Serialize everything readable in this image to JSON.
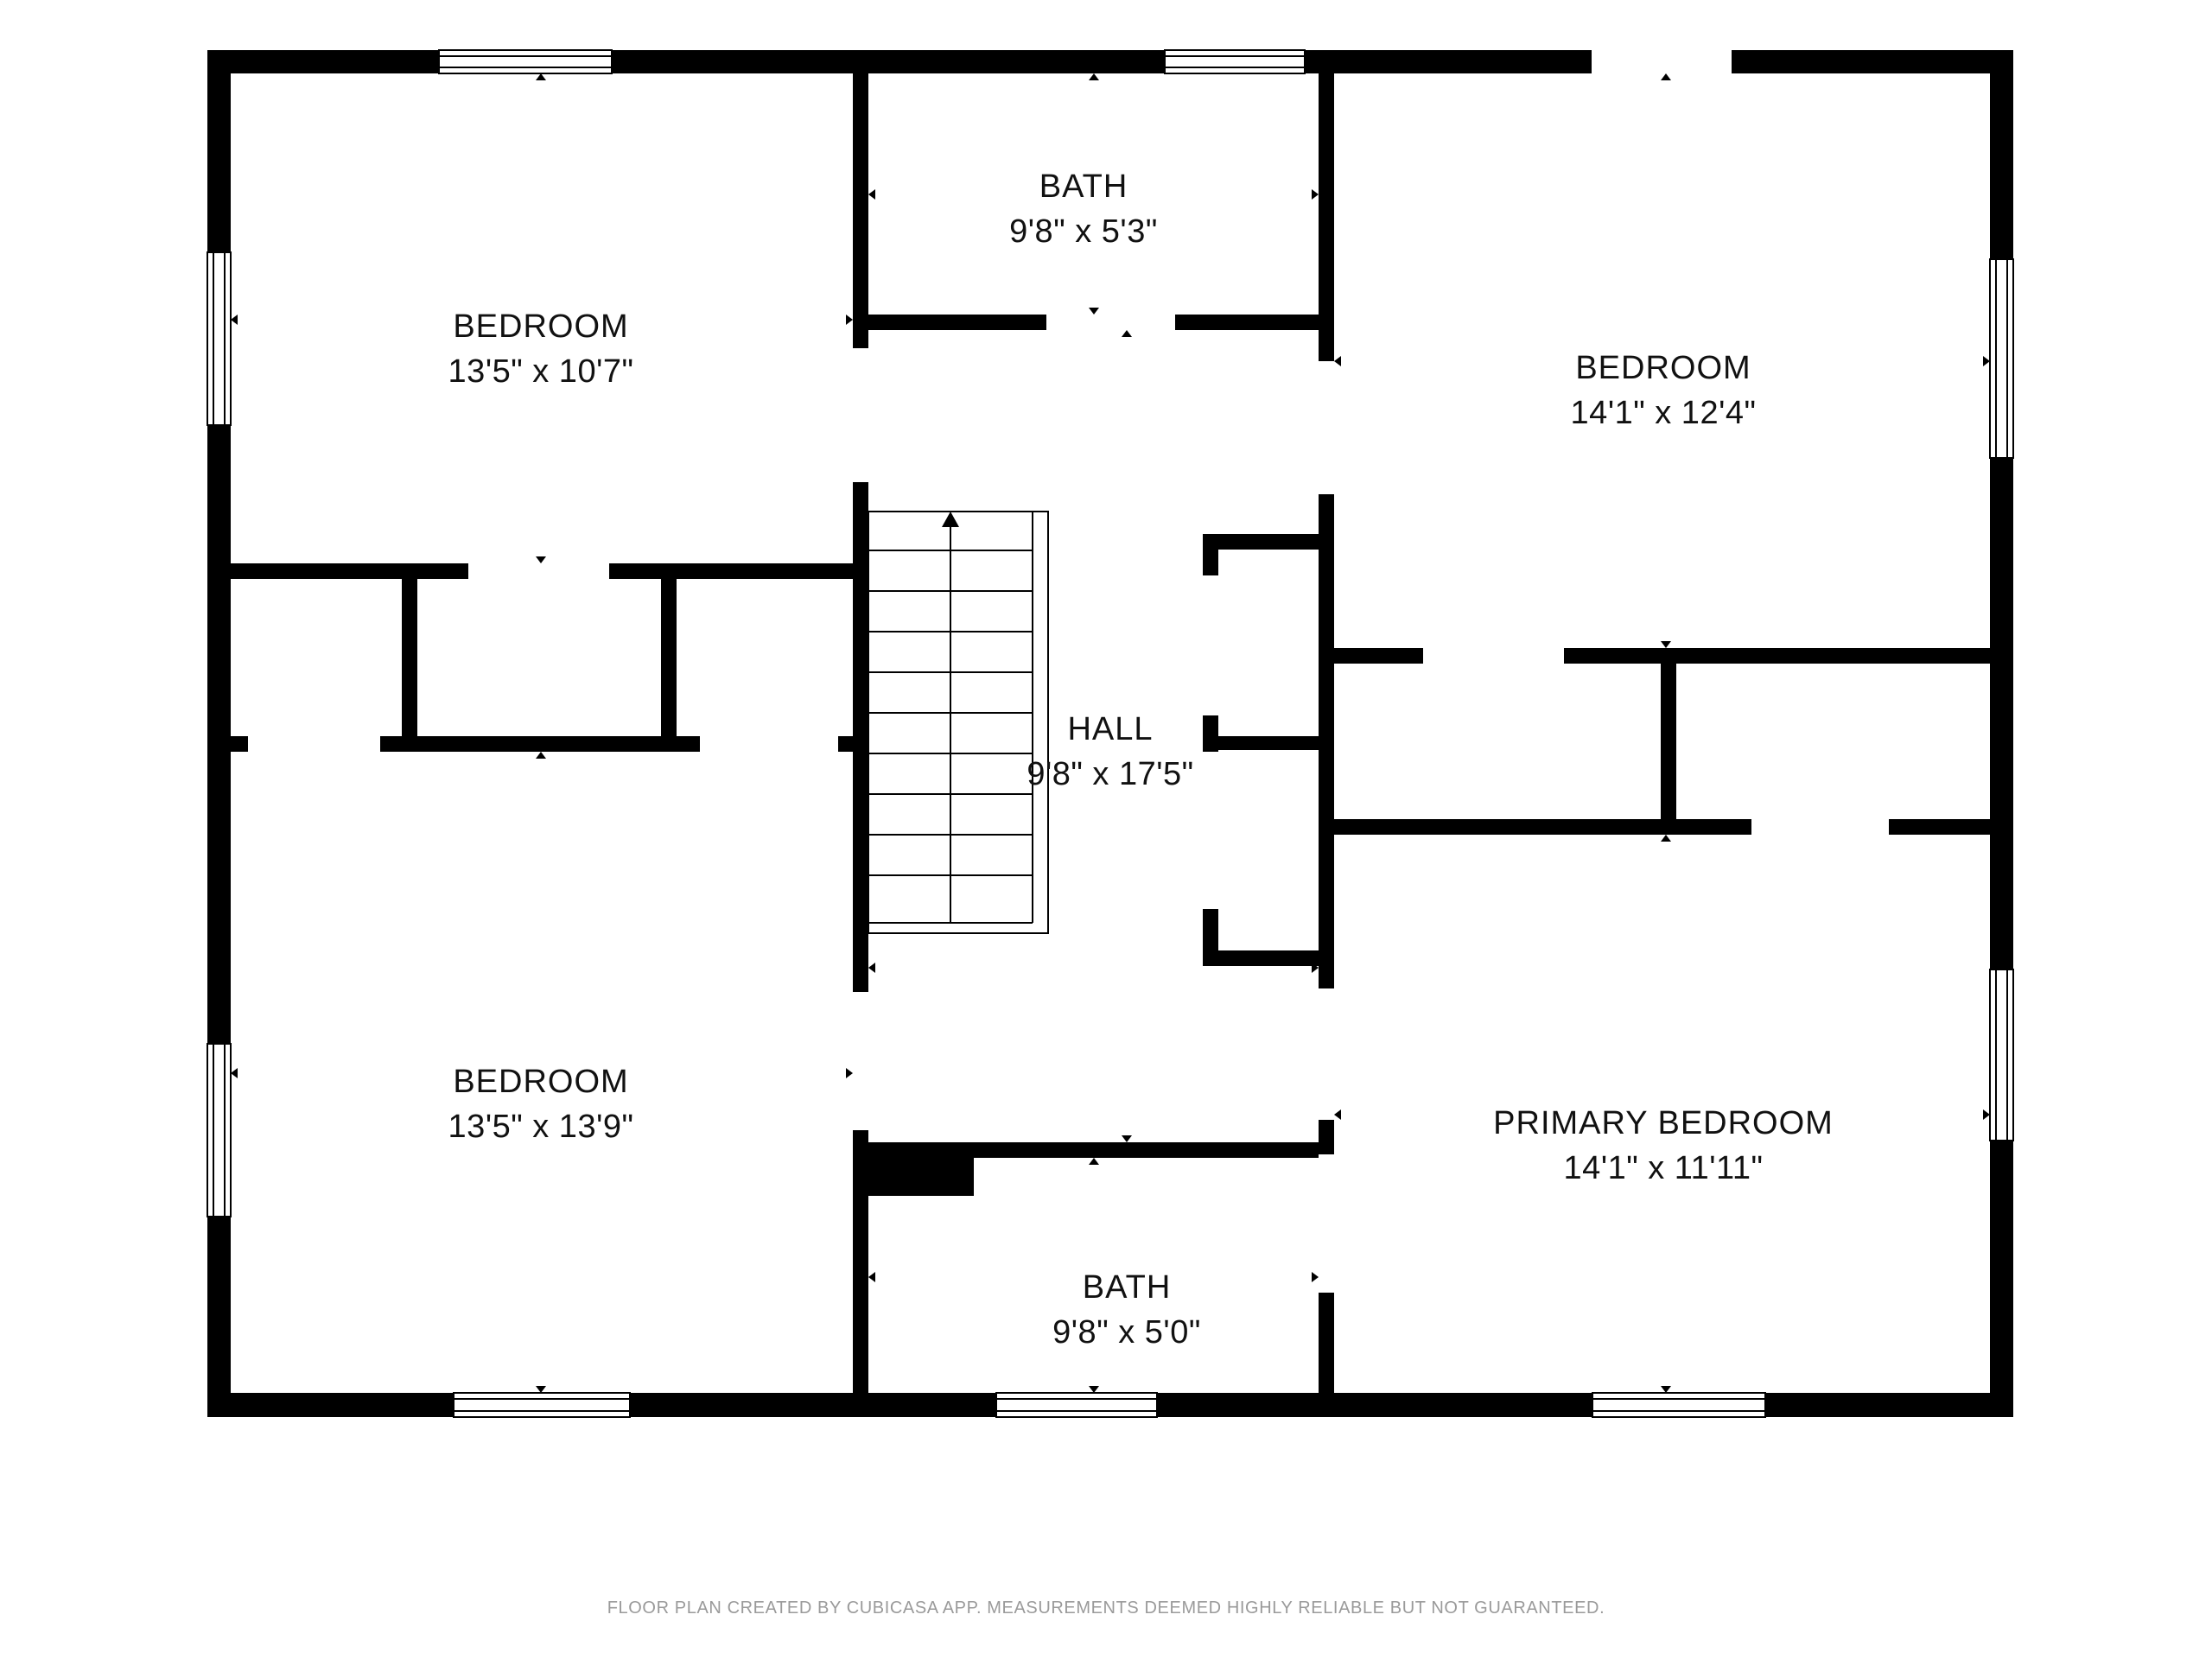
{
  "floor_plan": {
    "rooms": [
      {
        "id": "bedroom-nw",
        "name": "BEDROOM",
        "dimensions": "13'5\" x 10'7\""
      },
      {
        "id": "bath-north",
        "name": "BATH",
        "dimensions": "9'8\" x 5'3\""
      },
      {
        "id": "bedroom-ne",
        "name": "BEDROOM",
        "dimensions": "14'1\" x 12'4\""
      },
      {
        "id": "hall",
        "name": "HALL",
        "dimensions": "9'8\" x 17'5\""
      },
      {
        "id": "bedroom-sw",
        "name": "BEDROOM",
        "dimensions": "13'5\" x 13'9\""
      },
      {
        "id": "primary-bedroom",
        "name": "PRIMARY BEDROOM",
        "dimensions": "14'1\" x 11'11\""
      },
      {
        "id": "bath-south",
        "name": "BATH",
        "dimensions": "9'8\" x 5'0\""
      }
    ],
    "colors": {
      "wall": "#000000",
      "window": "#ffffff",
      "background": "#ffffff"
    }
  },
  "footer": {
    "credit": "FLOOR PLAN CREATED BY CUBICASA APP. MEASUREMENTS DEEMED HIGHLY RELIABLE BUT NOT GUARANTEED."
  }
}
